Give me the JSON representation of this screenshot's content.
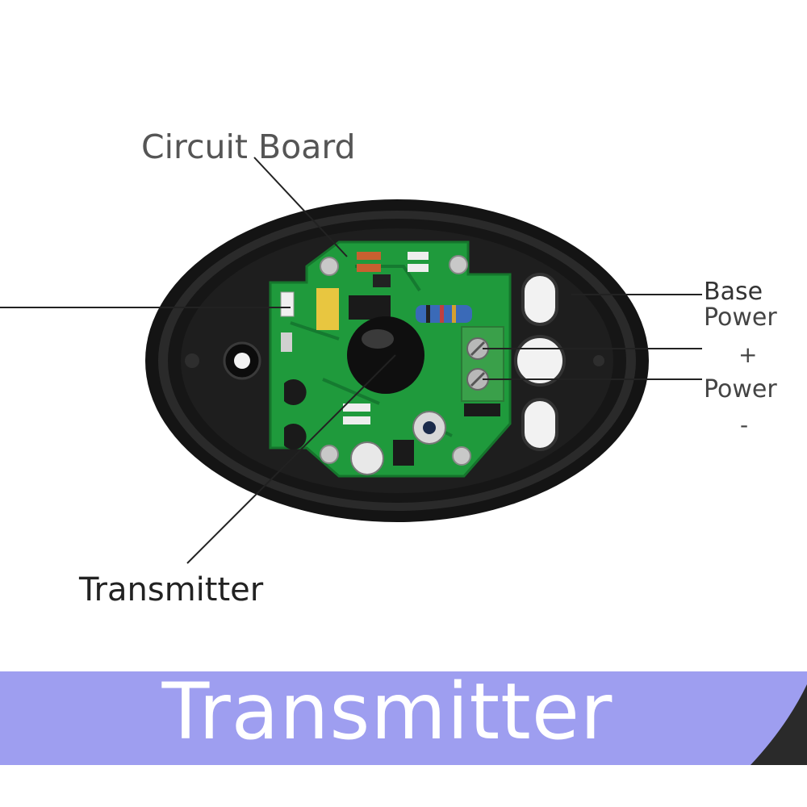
{
  "labels": {
    "circuit_board": "Circuit Board",
    "transmitter": "Transmitter",
    "base": "Base",
    "power_positive": "Power",
    "plus_sign": "+",
    "power_negative": "Power",
    "minus_sign": "-"
  },
  "banner": {
    "title": "Transmitter",
    "color": "#9e9ef0"
  },
  "colors": {
    "housing": "#1a1a1a",
    "pcb": "#1f9a3c",
    "terminal_block": "#3aa04a",
    "lens": "#111111",
    "leader_line": "#222222"
  },
  "icons": [
    "photo-eye-housing",
    "circuit-board",
    "ir-lens-dome",
    "terminal-block",
    "screw-icon",
    "capacitor-icon",
    "resistor-icon"
  ]
}
